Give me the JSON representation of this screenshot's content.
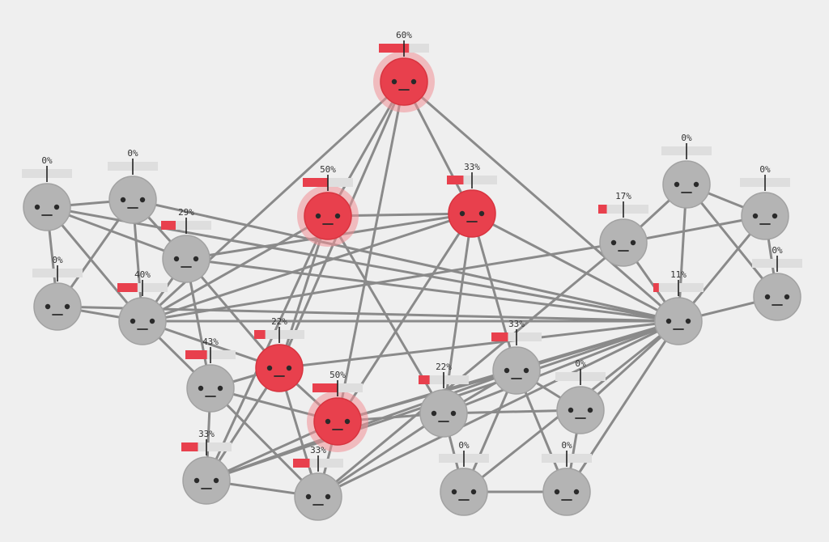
{
  "colors": {
    "background": "#efefef",
    "edge": "#8a8a8a",
    "node_neutral": "#b4b4b4",
    "node_infected": "#e8404d",
    "halo": "#f08f95",
    "bar_track": "#dedede",
    "bar_fill": "#e8404d",
    "face": "#2a2a2a"
  },
  "nodes": [
    {
      "id": "n0",
      "label": "60%",
      "level": 0.6,
      "state": "infected",
      "halo": true
    },
    {
      "id": "n1",
      "label": "50%",
      "level": 0.5,
      "state": "infected",
      "halo": true
    },
    {
      "id": "n2",
      "label": "33%",
      "level": 0.33,
      "state": "infected",
      "halo": false
    },
    {
      "id": "n3",
      "label": "0%",
      "level": 0.0,
      "state": "neutral",
      "halo": false
    },
    {
      "id": "n4",
      "label": "0%",
      "level": 0.0,
      "state": "neutral",
      "halo": false
    },
    {
      "id": "n5",
      "label": "29%",
      "level": 0.29,
      "state": "neutral",
      "halo": false
    },
    {
      "id": "n6",
      "label": "0%",
      "level": 0.0,
      "state": "neutral",
      "halo": false
    },
    {
      "id": "n7",
      "label": "40%",
      "level": 0.4,
      "state": "neutral",
      "halo": false
    },
    {
      "id": "n8",
      "label": "22%",
      "level": 0.22,
      "state": "infected",
      "halo": false
    },
    {
      "id": "n9",
      "label": "43%",
      "level": 0.43,
      "state": "neutral",
      "halo": false
    },
    {
      "id": "n10",
      "label": "50%",
      "level": 0.5,
      "state": "infected",
      "halo": true
    },
    {
      "id": "n11",
      "label": "33%",
      "level": 0.33,
      "state": "neutral",
      "halo": false
    },
    {
      "id": "n12",
      "label": "33%",
      "level": 0.33,
      "state": "neutral",
      "halo": false
    },
    {
      "id": "n13",
      "label": "22%",
      "level": 0.22,
      "state": "neutral",
      "halo": false
    },
    {
      "id": "n14",
      "label": "33%",
      "level": 0.33,
      "state": "neutral",
      "halo": false
    },
    {
      "id": "n15",
      "label": "0%",
      "level": 0.0,
      "state": "neutral",
      "halo": false
    },
    {
      "id": "n16",
      "label": "0%",
      "level": 0.0,
      "state": "neutral",
      "halo": false
    },
    {
      "id": "n17",
      "label": "0%",
      "level": 0.0,
      "state": "neutral",
      "halo": false
    },
    {
      "id": "n18",
      "label": "17%",
      "level": 0.17,
      "state": "neutral",
      "halo": false
    },
    {
      "id": "n19",
      "label": "0%",
      "level": 0.0,
      "state": "neutral",
      "halo": false
    },
    {
      "id": "n20",
      "label": "0%",
      "level": 0.0,
      "state": "neutral",
      "halo": false
    },
    {
      "id": "n21",
      "label": "0%",
      "level": 0.0,
      "state": "neutral",
      "halo": false
    },
    {
      "id": "n22",
      "label": "11%",
      "level": 0.11,
      "state": "neutral",
      "halo": false
    }
  ],
  "edges": [
    [
      "n0",
      "n8"
    ],
    [
      "n0",
      "n10"
    ],
    [
      "n0",
      "n2"
    ],
    [
      "n0",
      "n7"
    ],
    [
      "n0",
      "n22"
    ],
    [
      "n0",
      "n1"
    ],
    [
      "n1",
      "n2"
    ],
    [
      "n1",
      "n7"
    ],
    [
      "n1",
      "n13"
    ],
    [
      "n1",
      "n11"
    ],
    [
      "n1",
      "n8"
    ],
    [
      "n2",
      "n22"
    ],
    [
      "n2",
      "n10"
    ],
    [
      "n2",
      "n14"
    ],
    [
      "n2",
      "n13"
    ],
    [
      "n2",
      "n7"
    ],
    [
      "n2",
      "n5"
    ],
    [
      "n3",
      "n4"
    ],
    [
      "n3",
      "n5"
    ],
    [
      "n3",
      "n6"
    ],
    [
      "n3",
      "n7"
    ],
    [
      "n3",
      "n22"
    ],
    [
      "n4",
      "n5"
    ],
    [
      "n4",
      "n7"
    ],
    [
      "n4",
      "n22"
    ],
    [
      "n4",
      "n6"
    ],
    [
      "n5",
      "n7"
    ],
    [
      "n5",
      "n22"
    ],
    [
      "n5",
      "n8"
    ],
    [
      "n5",
      "n9"
    ],
    [
      "n6",
      "n7"
    ],
    [
      "n6",
      "n22"
    ],
    [
      "n7",
      "n22"
    ],
    [
      "n7",
      "n8"
    ],
    [
      "n7",
      "n9"
    ],
    [
      "n7",
      "n18"
    ],
    [
      "n8",
      "n9"
    ],
    [
      "n8",
      "n10"
    ],
    [
      "n8",
      "n22"
    ],
    [
      "n8",
      "n12"
    ],
    [
      "n8",
      "n11"
    ],
    [
      "n9",
      "n10"
    ],
    [
      "n9",
      "n11"
    ],
    [
      "n9",
      "n12"
    ],
    [
      "n10",
      "n11"
    ],
    [
      "n10",
      "n12"
    ],
    [
      "n10",
      "n13"
    ],
    [
      "n10",
      "n22"
    ],
    [
      "n10",
      "n14"
    ],
    [
      "n11",
      "n12"
    ],
    [
      "n11",
      "n22"
    ],
    [
      "n11",
      "n14"
    ],
    [
      "n12",
      "n22"
    ],
    [
      "n12",
      "n13"
    ],
    [
      "n13",
      "n14"
    ],
    [
      "n13",
      "n16"
    ],
    [
      "n13",
      "n22"
    ],
    [
      "n13",
      "n15"
    ],
    [
      "n14",
      "n15"
    ],
    [
      "n14",
      "n16"
    ],
    [
      "n14",
      "n22"
    ],
    [
      "n14",
      "n17"
    ],
    [
      "n15",
      "n17"
    ],
    [
      "n15",
      "n22"
    ],
    [
      "n16",
      "n22"
    ],
    [
      "n16",
      "n17"
    ],
    [
      "n17",
      "n22"
    ],
    [
      "n18",
      "n19"
    ],
    [
      "n18",
      "n20"
    ],
    [
      "n18",
      "n22"
    ],
    [
      "n18",
      "n12"
    ],
    [
      "n19",
      "n20"
    ],
    [
      "n19",
      "n21"
    ],
    [
      "n19",
      "n22"
    ],
    [
      "n20",
      "n21"
    ],
    [
      "n20",
      "n22"
    ],
    [
      "n21",
      "n22"
    ]
  ]
}
